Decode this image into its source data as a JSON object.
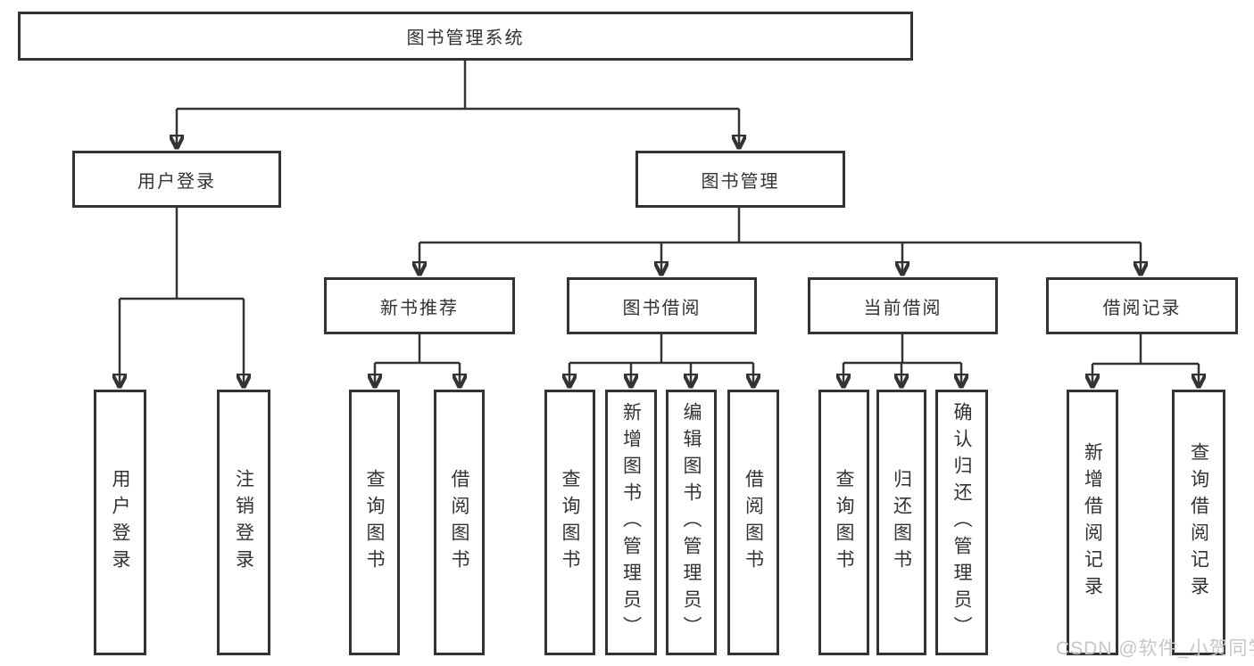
{
  "diagram": {
    "title": "图书管理系统",
    "nodes": {
      "root": "图书管理系统",
      "user_login": "用户登录",
      "book_mgmt": "图书管理",
      "new_books": "新书推荐",
      "book_borrow": "图书借阅",
      "current_borrow": "当前借阅",
      "borrow_records": "借阅记录",
      "leaf_user_login": "用户登录",
      "leaf_logout": "注销登录",
      "leaf_nb_query": "查询图书",
      "leaf_nb_borrow": "借阅图书",
      "leaf_bb_query": "查询图书",
      "leaf_bb_add": "新增图书（管理员）",
      "leaf_bb_edit": "编辑图书（管理员）",
      "leaf_bb_borrow": "借阅图书",
      "leaf_cb_query": "查询图书",
      "leaf_cb_return": "归还图书",
      "leaf_cb_confirm": "确认归还（管理员）",
      "leaf_rec_add": "新增借阅记录",
      "leaf_rec_query": "查询借阅记录"
    },
    "tree": {
      "图书管理系统": {
        "用户登录": [
          "用户登录",
          "注销登录"
        ],
        "图书管理": {
          "新书推荐": [
            "查询图书",
            "借阅图书"
          ],
          "图书借阅": [
            "查询图书",
            "新增图书（管理员）",
            "编辑图书（管理员）",
            "借阅图书"
          ],
          "当前借阅": [
            "查询图书",
            "归还图书",
            "确认归还（管理员）"
          ],
          "借阅记录": [
            "新增借阅记录",
            "查询借阅记录"
          ]
        }
      }
    }
  },
  "watermark": {
    "text": "CSDN @软件_小贺同学"
  },
  "colors": {
    "line": "#333333",
    "text": "#333333",
    "box_background": "#ffffff",
    "watermark": "#c6c6c6",
    "page_background": "#ffffff"
  }
}
